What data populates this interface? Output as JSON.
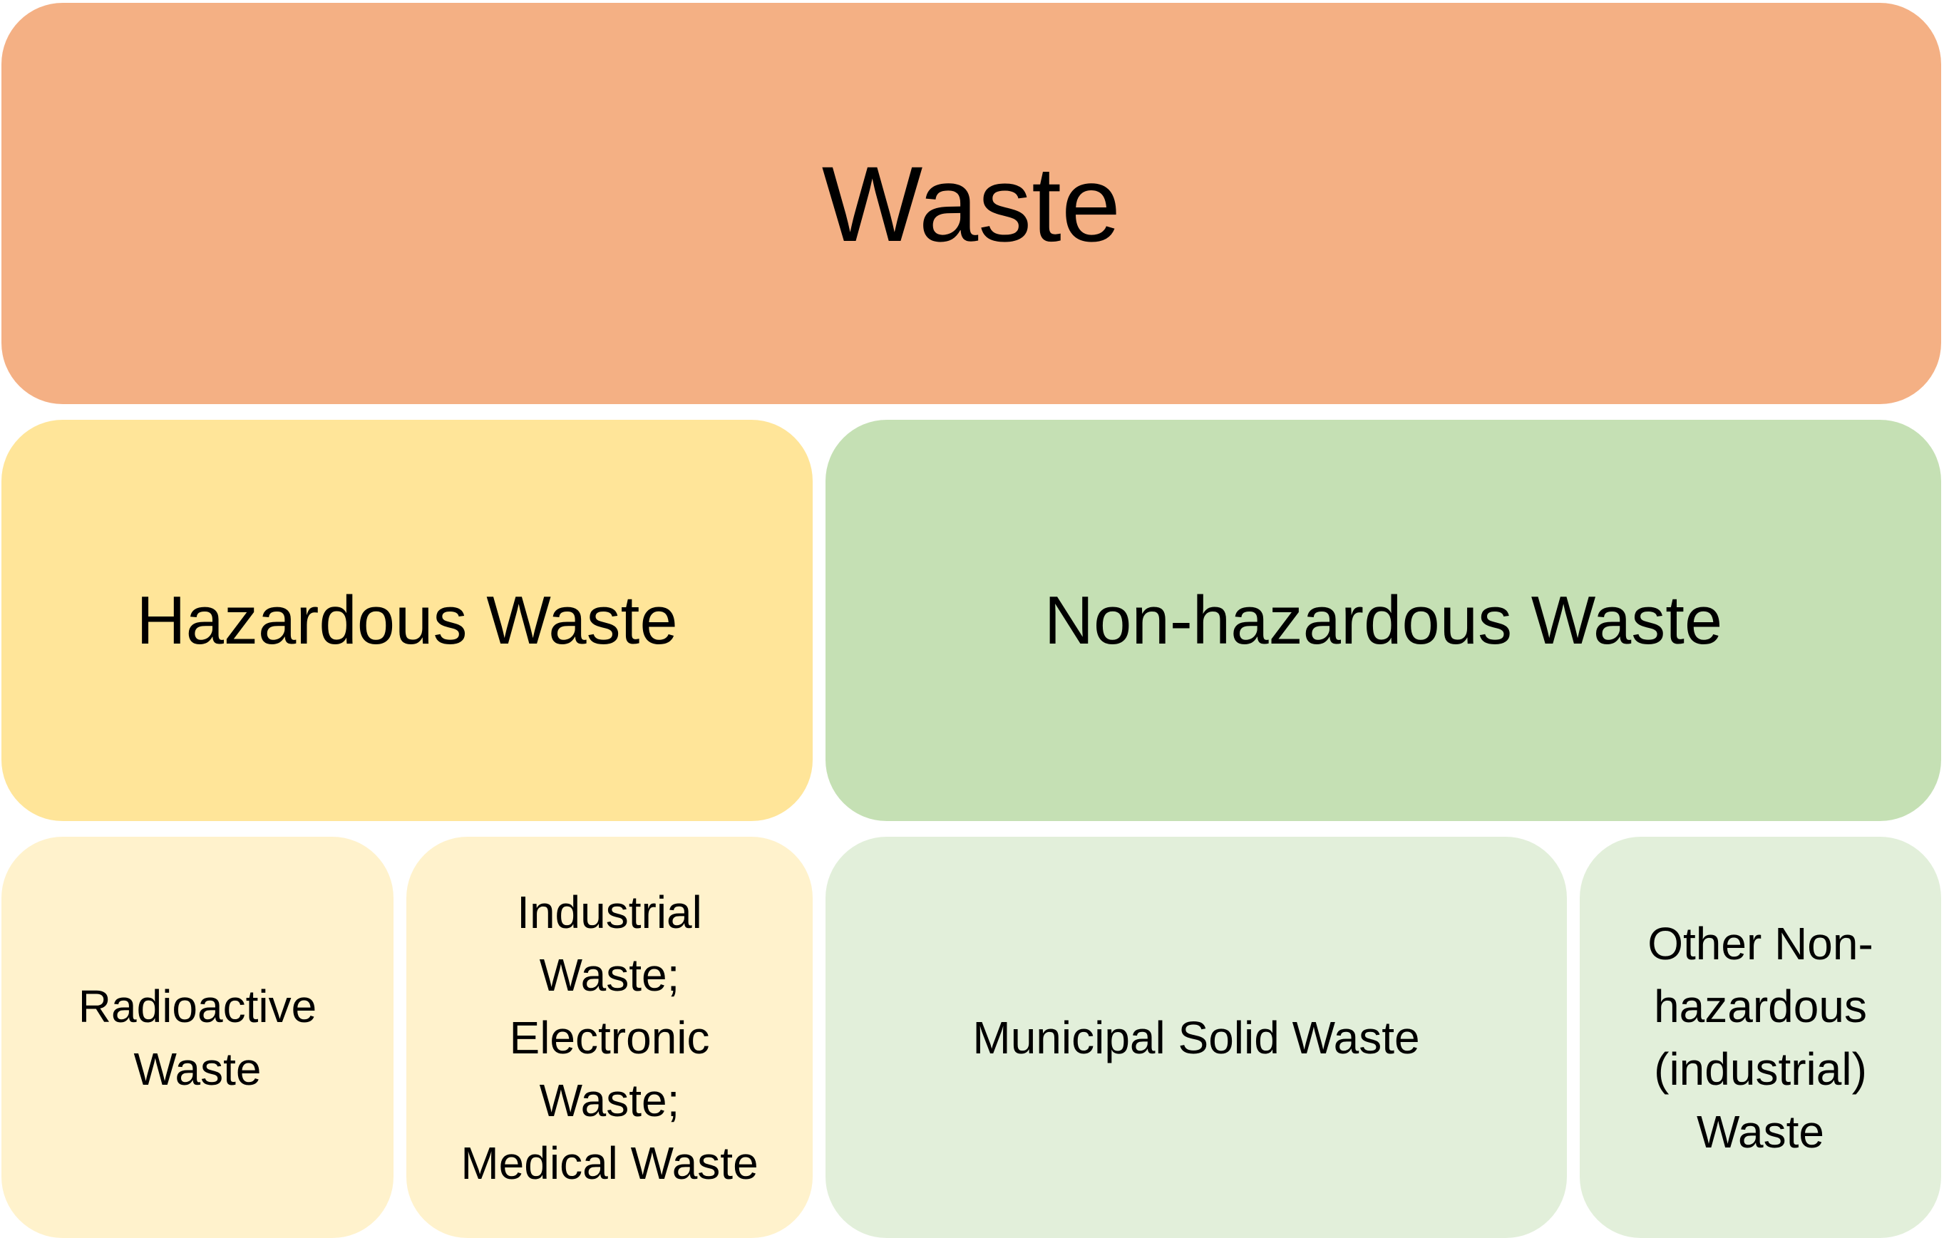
{
  "colors": {
    "root": "#f4b084",
    "hazardous": "#ffe599",
    "non_hazardous": "#c5e0b4",
    "hazardous_leaf": "#fff2cc",
    "non_hazardous_leaf": "#e2efda"
  },
  "root": {
    "label": "Waste"
  },
  "categories": {
    "hazardous": {
      "label": "Hazardous Waste"
    },
    "non_hazardous": {
      "label": "Non-hazardous Waste"
    }
  },
  "subcategories": {
    "radioactive": {
      "label": "Radioactive\nWaste"
    },
    "industrial_electronic_medical": {
      "label": "Industrial\nWaste;\nElectronic\nWaste;\nMedical Waste"
    },
    "municipal_solid": {
      "label": "Municipal Solid Waste"
    },
    "other_non_hazardous": {
      "label": "Other Non-\nhazardous\n(industrial)\nWaste"
    }
  }
}
